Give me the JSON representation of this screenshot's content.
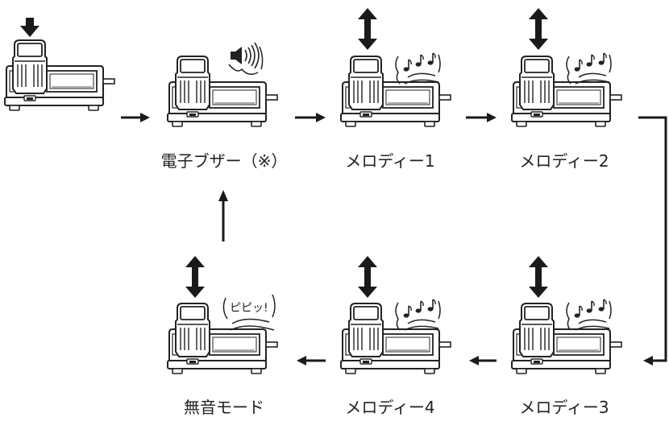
{
  "diagram": {
    "title": "",
    "colors": {
      "ink": "#222222",
      "arrow": "#1a1a1a",
      "background": "#ffffff"
    },
    "steps": [
      {
        "id": "start",
        "label": "",
        "indicator": "down-arrow-icon",
        "sound": "none",
        "sound_text": ""
      },
      {
        "id": "buzzer",
        "label": "電子ブザー（※）",
        "indicator": "none",
        "sound": "speaker-icon",
        "sound_text": ""
      },
      {
        "id": "melody1",
        "label": "メロディー1",
        "indicator": "up-down-arrow-icon",
        "sound": "music-notes-icon",
        "sound_text": ""
      },
      {
        "id": "melody2",
        "label": "メロディー2",
        "indicator": "up-down-arrow-icon",
        "sound": "music-notes-icon",
        "sound_text": ""
      },
      {
        "id": "melody3",
        "label": "メロディー3",
        "indicator": "up-down-arrow-icon",
        "sound": "music-notes-icon",
        "sound_text": ""
      },
      {
        "id": "melody4",
        "label": "メロディー4",
        "indicator": "up-down-arrow-icon",
        "sound": "music-notes-icon",
        "sound_text": ""
      },
      {
        "id": "silent",
        "label": "無音モード",
        "indicator": "up-down-arrow-icon",
        "sound": "beep-text",
        "sound_text": "ピピッ!"
      }
    ],
    "flow": [
      "start",
      "buzzer",
      "melody1",
      "melody2",
      "melody3",
      "melody4",
      "silent",
      "buzzer"
    ]
  }
}
